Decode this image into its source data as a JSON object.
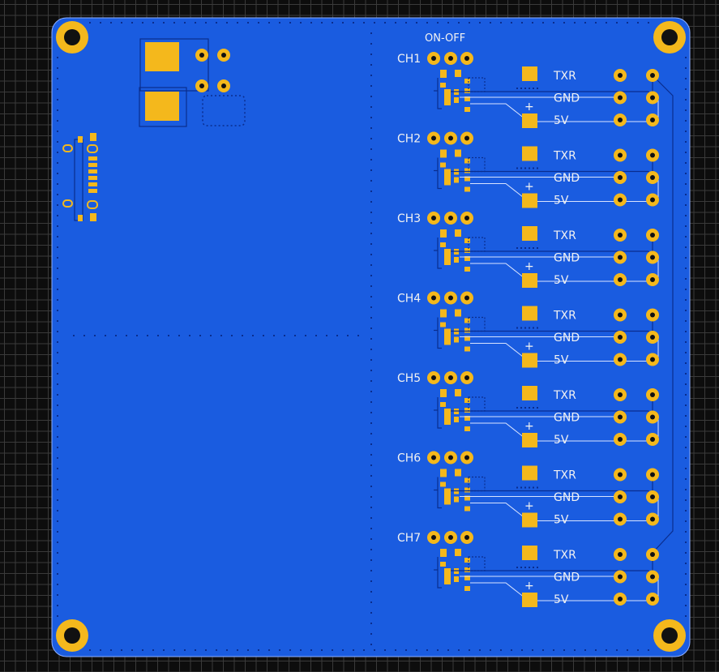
{
  "switch_label": "ON-OFF",
  "channels": [
    {
      "name": "CH1",
      "pins": [
        "TXR",
        "GND",
        "5V"
      ],
      "plus": "+"
    },
    {
      "name": "CH2",
      "pins": [
        "TXR",
        "GND",
        "5V"
      ],
      "plus": "+"
    },
    {
      "name": "CH3",
      "pins": [
        "TXR",
        "GND",
        "5V"
      ],
      "plus": "+"
    },
    {
      "name": "CH4",
      "pins": [
        "TXR",
        "GND",
        "5V"
      ],
      "plus": "+"
    },
    {
      "name": "CH5",
      "pins": [
        "TXR",
        "GND",
        "5V"
      ],
      "plus": "+"
    },
    {
      "name": "CH6",
      "pins": [
        "TXR",
        "GND",
        "5V"
      ],
      "plus": "+"
    },
    {
      "name": "CH7",
      "pins": [
        "TXR",
        "GND",
        "5V"
      ],
      "plus": "+"
    }
  ],
  "colors": {
    "board": "#1a5ce0",
    "copper": "#f4b81c",
    "silkscreen": "#f2f2f2",
    "background": "#0d0d0d"
  }
}
